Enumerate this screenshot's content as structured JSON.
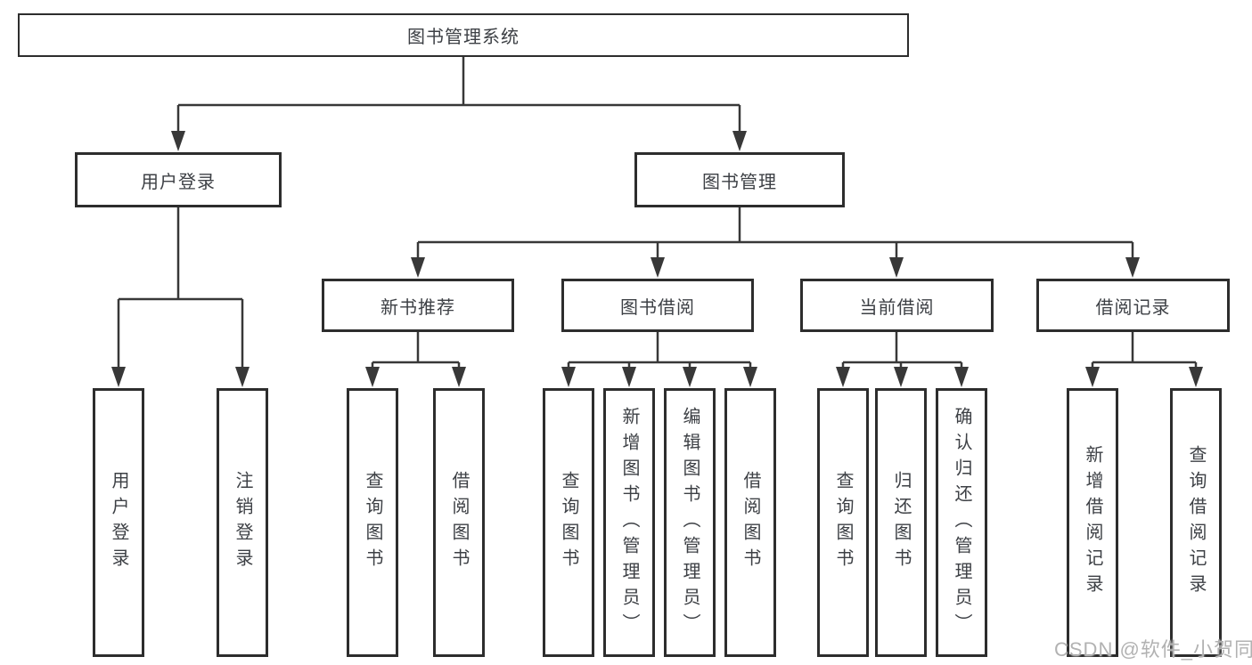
{
  "colors": {
    "line": "#383838",
    "box_border": "#2d2d2d",
    "text": "#3d4045",
    "watermark": "#b2b2b2",
    "background": "#ffffff"
  },
  "tree": {
    "root": "图书管理系统",
    "branches": [
      {
        "label": "用户登录",
        "leaves": [
          "用户登录",
          "注销登录"
        ]
      },
      {
        "label": "图书管理",
        "groups": [
          {
            "label": "新书推荐",
            "leaves": [
              "查询图书",
              "借阅图书"
            ]
          },
          {
            "label": "图书借阅",
            "leaves": [
              "查询图书",
              "新增图书（管理员）",
              "编辑图书（管理员）",
              "借阅图书"
            ]
          },
          {
            "label": "当前借阅",
            "leaves": [
              "查询图书",
              "归还图书",
              "确认归还（管理员）"
            ]
          },
          {
            "label": "借阅记录",
            "leaves": [
              "新增借阅记录",
              "查询借阅记录"
            ]
          }
        ]
      }
    ]
  },
  "watermark": "CSDN @软件_小贺同学"
}
